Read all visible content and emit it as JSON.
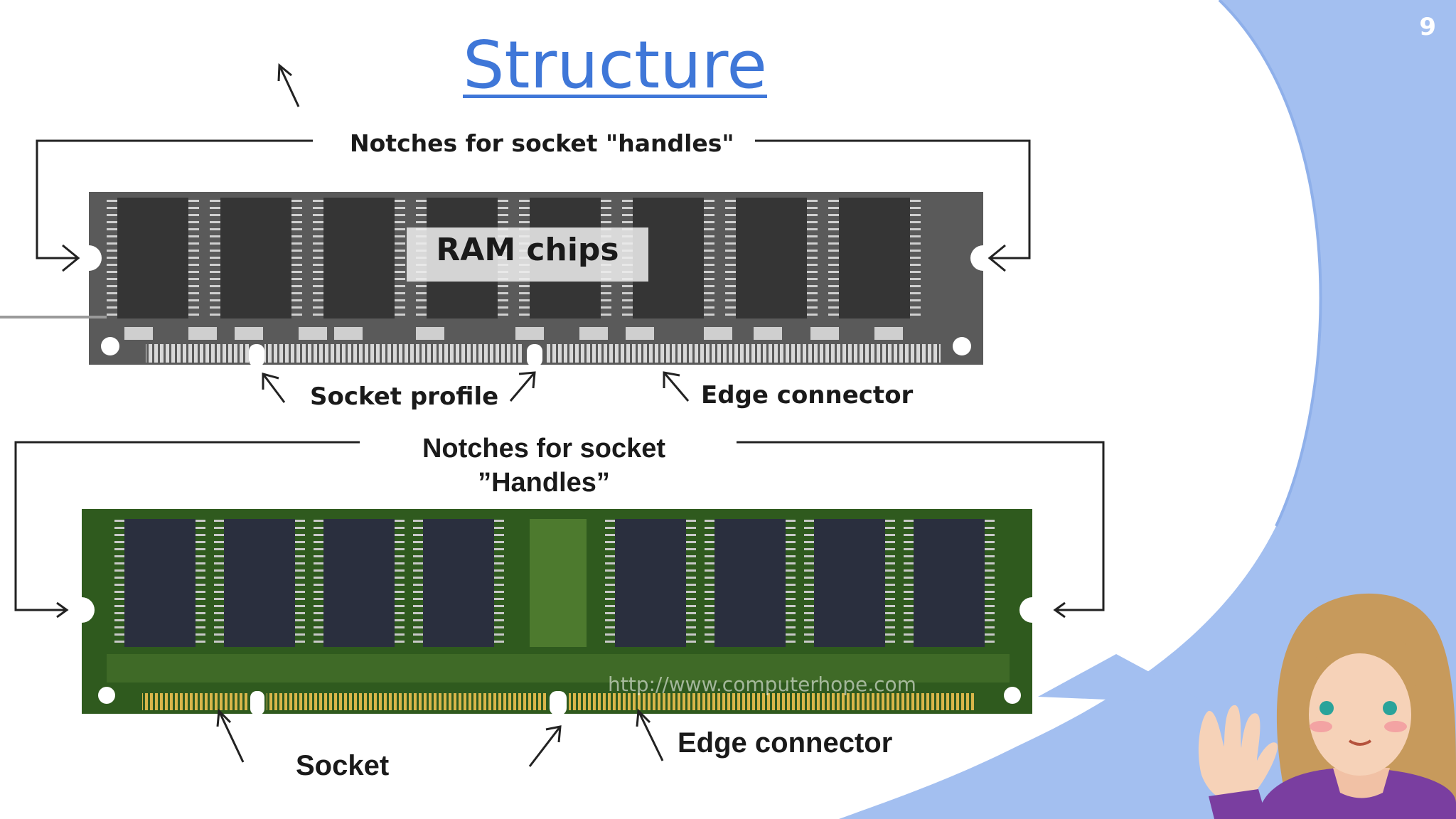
{
  "slide": {
    "number": "9",
    "title": "Structure"
  },
  "module1": {
    "notches_label": "Notches for socket \"handles\"",
    "chips_label": "RAM chips",
    "socket_profile_label": "Socket profile",
    "edge_connector_label": "Edge connector"
  },
  "module2": {
    "notches_label_line1": "Notches for socket",
    "notches_label_line2": "”Handles”",
    "socket_label": "Socket",
    "edge_connector_label": "Edge connector",
    "watermark": "http://www.computerhope.com"
  },
  "colors": {
    "accent_blue": "#3f77d8",
    "background_shape": "#a3bff0",
    "pcb_green": "#2f5a1e",
    "pcb_gray": "#5a5a5a"
  }
}
